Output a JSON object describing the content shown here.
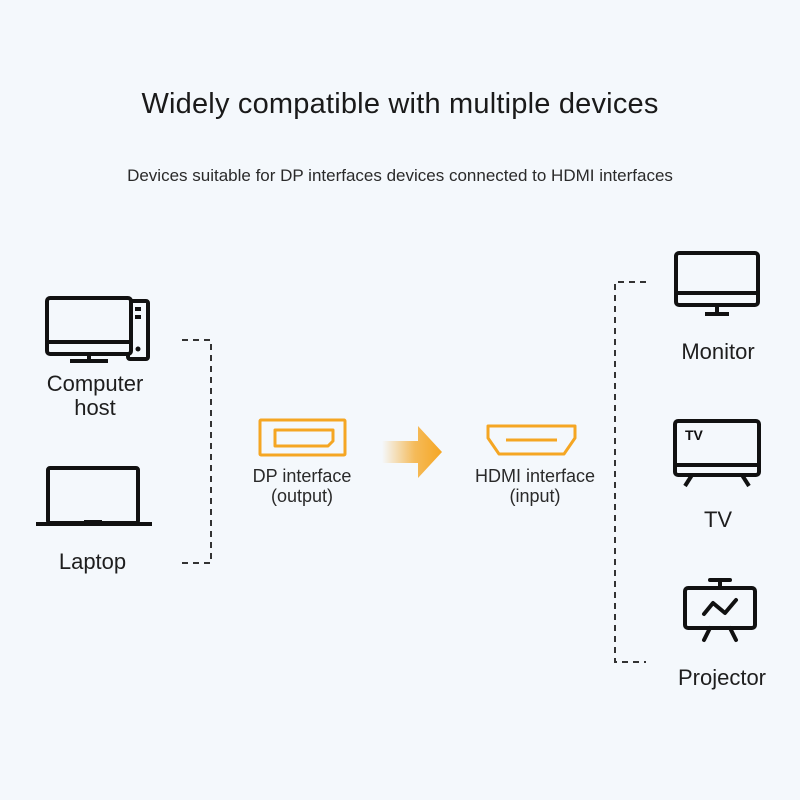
{
  "title": "Widely compatible with multiple devices",
  "subtitle": "Devices suitable for DP interfaces devices connected to HDMI interfaces",
  "sources": {
    "computer_host": {
      "label_line1": "Computer",
      "label_line2": "host",
      "icon": "desktop-computer-icon"
    },
    "laptop": {
      "label": "Laptop",
      "icon": "laptop-icon"
    }
  },
  "ports": {
    "dp": {
      "label_line1": "DP interface",
      "label_line2": "(output)",
      "icon": "displayport-icon"
    },
    "hdmi": {
      "label_line1": "HDMI interface",
      "label_line2": "(input)",
      "icon": "hdmi-port-icon"
    },
    "arrow_icon": "arrow-right-icon"
  },
  "targets": {
    "monitor": {
      "label": "Monitor",
      "icon": "monitor-icon"
    },
    "tv": {
      "label": "TV",
      "icon_text": "TV",
      "icon": "tv-icon"
    },
    "projector": {
      "label": "Projector",
      "icon": "projector-icon"
    }
  },
  "colors": {
    "background": "#f4f8fc",
    "icon_stroke": "#111111",
    "accent_orange": "#f5a623",
    "dashed_line": "#333333"
  }
}
